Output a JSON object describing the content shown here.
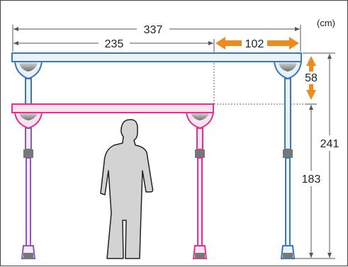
{
  "unit_label": "(cm)",
  "dimensions": {
    "total_width": "337",
    "base_width": "235",
    "extension_width": "102",
    "height_difference": "58",
    "total_height": "241",
    "lower_height": "183"
  },
  "colors": {
    "upper_frame": "#3b78b5",
    "upper_frame_fill": "#e9f1fa",
    "lower_frame": "#e0338f",
    "lower_frame_fill": "#fbe3ef",
    "left_pole": "#8a5bb0",
    "arrow": "#ee8b1e",
    "dimension_line": "#555555",
    "silhouette": "#d3d3d3"
  },
  "icons": [
    "upper-frame-bar-icon",
    "lower-frame-bar-icon",
    "person-silhouette-icon",
    "horizontal-arrow-icon",
    "vertical-arrow-icon"
  ]
}
